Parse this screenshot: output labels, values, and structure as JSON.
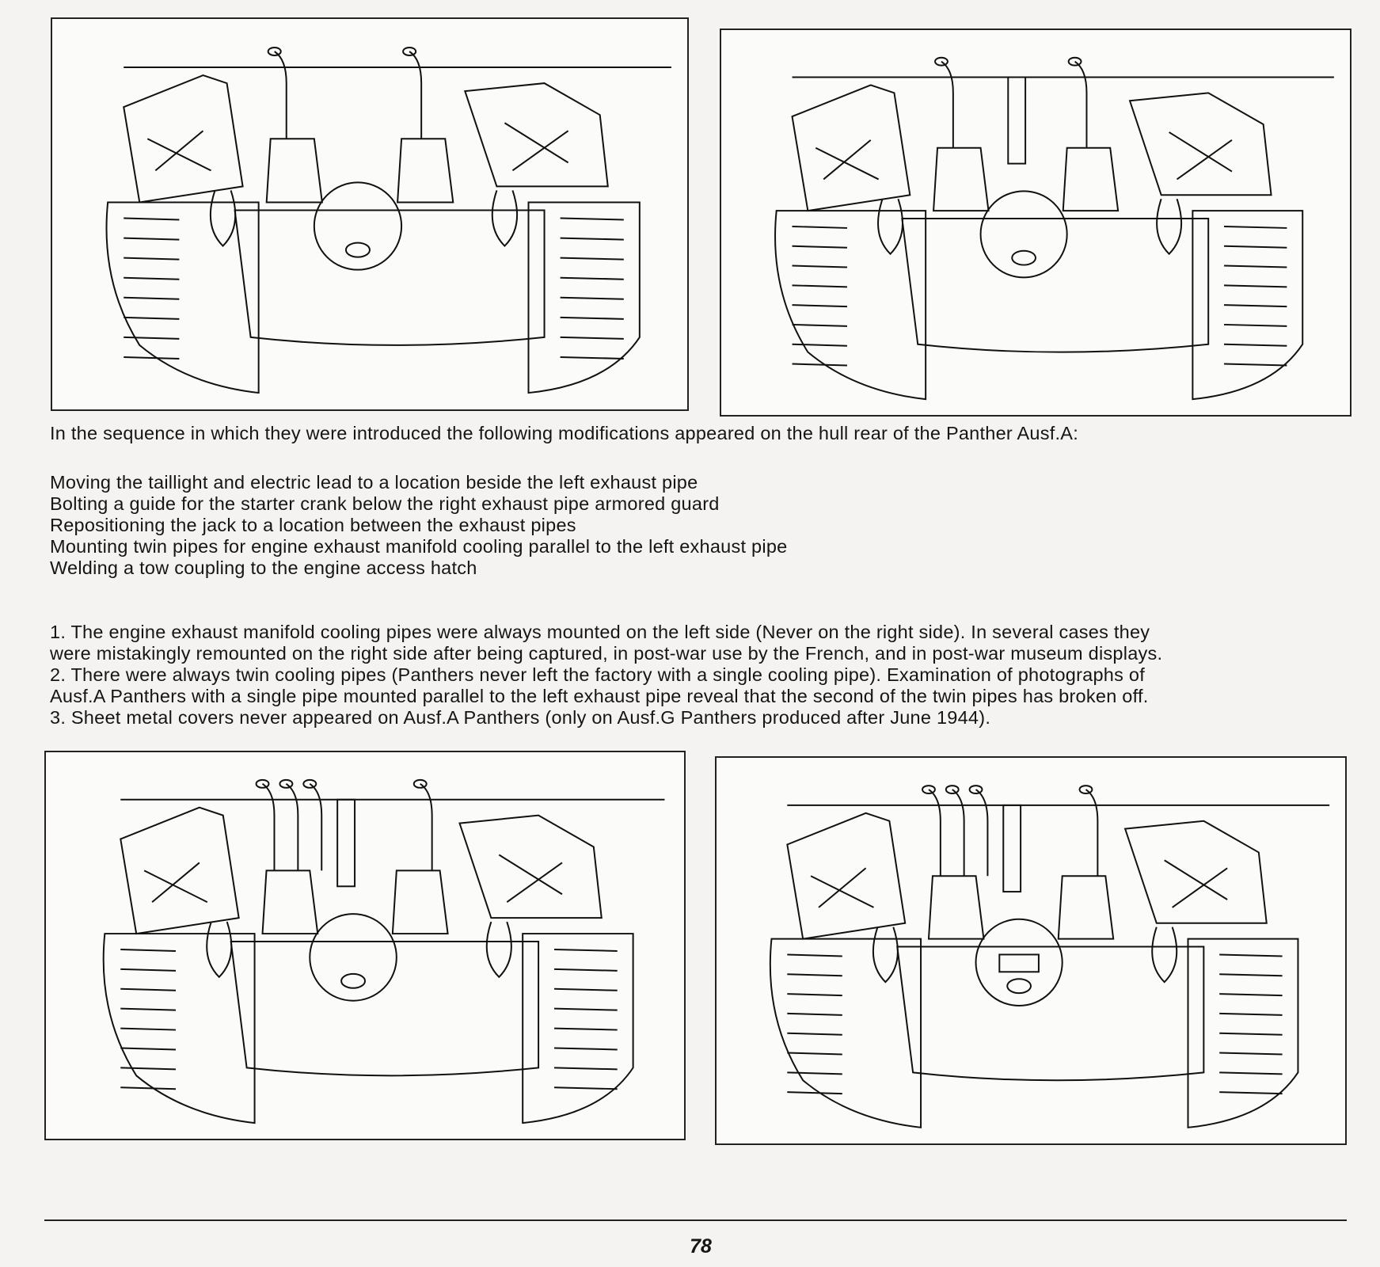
{
  "intro": "In the sequence in which they were introduced the following modifications appeared on the hull rear of the Panther Ausf.A:",
  "modifications": [
    "Moving the taillight and electric lead to a location beside the left exhaust pipe",
    "Bolting a guide for the starter crank below the right exhaust pipe armored guard",
    "Repositioning the jack to a location between the exhaust pipes",
    "Mounting twin pipes for engine exhaust manifold cooling parallel to the left exhaust pipe",
    "Welding a tow coupling to the engine access hatch"
  ],
  "notes": [
    "1. The engine exhaust manifold cooling pipes were always mounted on the left side (Never on the right side). In several cases they",
    "were mistakingly remounted on the right side after being captured, in post-war use by the French, and in post-war museum displays.",
    "2. There were always twin cooling pipes (Panthers never left the factory with a single cooling pipe). Examination of photographs of",
    "Ausf.A Panthers with a single pipe mounted parallel to the left exhaust pipe reveal that the second of the twin pipes has broken off.",
    "3. Sheet metal covers never appeared on Ausf.A Panthers (only on Ausf.G Panthers produced after June 1944)."
  ],
  "page_number": "78"
}
